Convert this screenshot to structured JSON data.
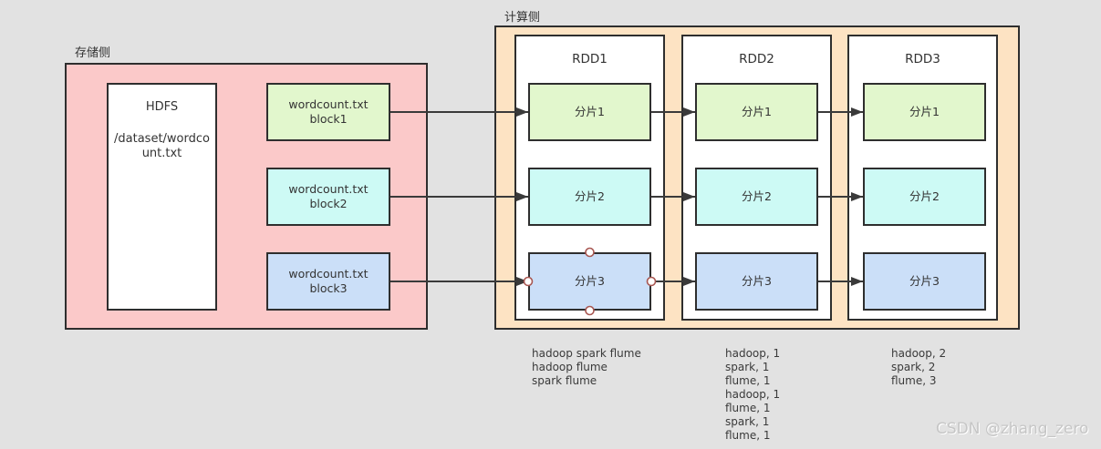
{
  "diagram": {
    "storage": {
      "label": "存储侧",
      "hdfs": {
        "title": "HDFS",
        "path": "/dataset/wordcount.txt"
      },
      "blocks": [
        {
          "file": "wordcount.txt",
          "block": "block1"
        },
        {
          "file": "wordcount.txt",
          "block": "block2"
        },
        {
          "file": "wordcount.txt",
          "block": "block3"
        }
      ]
    },
    "compute": {
      "label": "计算侧",
      "rdds": [
        {
          "title": "RDD1",
          "partitions": [
            "分片1",
            "分片2",
            "分片3"
          ]
        },
        {
          "title": "RDD2",
          "partitions": [
            "分片1",
            "分片2",
            "分片3"
          ]
        },
        {
          "title": "RDD3",
          "partitions": [
            "分片1",
            "分片2",
            "分片3"
          ]
        }
      ]
    },
    "outputs": [
      {
        "lines": [
          "hadoop spark flume",
          "hadoop flume",
          "spark flume"
        ]
      },
      {
        "lines": [
          "hadoop, 1",
          "spark, 1",
          "flume, 1",
          "hadoop, 1",
          "flume, 1",
          "spark, 1",
          "flume, 1"
        ]
      },
      {
        "lines": [
          "hadoop, 2",
          "spark, 2",
          "flume, 3"
        ]
      }
    ]
  },
  "watermark": "CSDN @zhang_zero",
  "colors": {
    "background": "#e2e2e2",
    "storage_fill": "#fbc9c9",
    "compute_fill": "#fde3c3",
    "row1_fill": "#e2f7cd",
    "row2_fill": "#cdfaf5",
    "row3_fill": "#cbdff8",
    "box_border": "#2e2e2e",
    "arrow": "#3a3a3a",
    "handle_stroke": "#a85752",
    "watermark_color": "#c6c6c6"
  }
}
